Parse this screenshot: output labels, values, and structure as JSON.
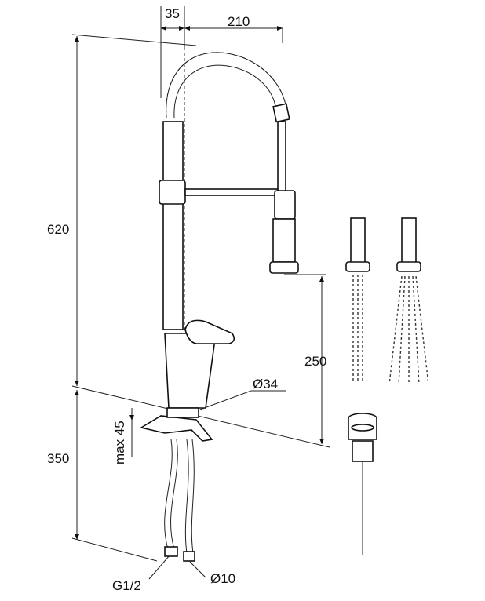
{
  "diagram": {
    "dimensions": {
      "d35": "35",
      "d210": "210",
      "d620": "620",
      "d250": "250",
      "d34": "Ø34",
      "dmax45": "max 45",
      "d350": "350",
      "dG12": "G1/2",
      "d10": "Ø10"
    },
    "colors": {
      "line": "#222222",
      "background": "#ffffff"
    }
  }
}
